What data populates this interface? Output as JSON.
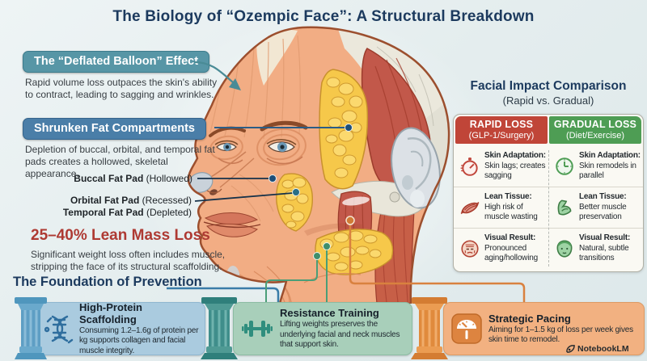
{
  "title": "The Biology of “Ozempic Face”: A Structural Breakdown",
  "callouts": {
    "deflated": {
      "title": "The “Deflated Balloon” Effect",
      "body": "Rapid volume loss outpaces the skin's ability to contract, leading to sagging and wrinkles."
    },
    "shrunken": {
      "title": "Shrunken Fat Compartments",
      "body": "Depletion of buccal, orbital, and temporal fat pads creates a hollowed, skeletal appearance."
    },
    "fat_pads": [
      {
        "name": "Buccal Fat Pad",
        "state": " (Hollowed)"
      },
      {
        "name": "Orbital Fat Pad",
        "state": " (Recessed)"
      },
      {
        "name": "Temporal Fat Pad",
        "state": " (Depleted)"
      }
    ],
    "lean_mass": {
      "title": "25–40% Lean Mass Loss",
      "body": "Significant weight loss often includes muscle, stripping the face of its structural scaffolding."
    },
    "foundation": {
      "title": "The Foundation of Prevention"
    }
  },
  "comparison": {
    "title": "Facial Impact Comparison",
    "subtitle": "(Rapid vs. Gradual)",
    "columns": [
      {
        "label": "RAPID LOSS",
        "sublabel": "(GLP-1/Surgery)",
        "color": "#c04538"
      },
      {
        "label": "GRADUAL LOSS",
        "sublabel": "(Diet/Exercise)",
        "color": "#4e9d54"
      }
    ],
    "rows": [
      {
        "rapid": {
          "icon": "stopwatch-icon",
          "label": "Skin Adaptation:",
          "text": "Skin lags; creates sagging"
        },
        "gradual": {
          "icon": "clock-icon",
          "label": "Skin Adaptation:",
          "text": "Skin remodels in parallel"
        }
      },
      {
        "rapid": {
          "icon": "muscle-icon",
          "label": "Lean Tissue:",
          "text": "High risk of muscle wasting"
        },
        "gradual": {
          "icon": "bicep-icon",
          "label": "Lean Tissue:",
          "text": "Better muscle preservation"
        }
      },
      {
        "rapid": {
          "icon": "aged-face-icon",
          "label": "Visual Result:",
          "text": "Pronounced aging/hollowing"
        },
        "gradual": {
          "icon": "fresh-face-icon",
          "label": "Visual Result:",
          "text": "Natural, subtle transitions"
        }
      }
    ]
  },
  "prevention_panels": [
    {
      "icon": "dna-icon",
      "title": "High-Protein Scaffolding",
      "body": "Consuming 1.2–1.6g of protein per kg supports collagen and facial muscle integrity."
    },
    {
      "icon": "dumbbell-icon",
      "title": "Resistance Training",
      "body": "Lifting weights preserves the underlying facial and neck muscles that support skin."
    },
    {
      "icon": "scale-icon",
      "title": "Strategic Pacing",
      "body": "Aiming for 1–1.5 kg of loss per week gives skin time to remodel."
    }
  ],
  "attribution": {
    "icon": "notebooklm-logo-icon",
    "label": "NotebookLM"
  },
  "colors": {
    "accent_navy": "#1c3a5e",
    "teal_pill": "#5796a6",
    "blue_pill": "#4a7ea8",
    "red_heading": "#ae3a33",
    "rapid_red": "#c04538",
    "gradual_green": "#4e9d54",
    "panel_blue": "#aacbdf",
    "panel_green": "#a8cfba",
    "panel_orange": "#f2b181"
  }
}
